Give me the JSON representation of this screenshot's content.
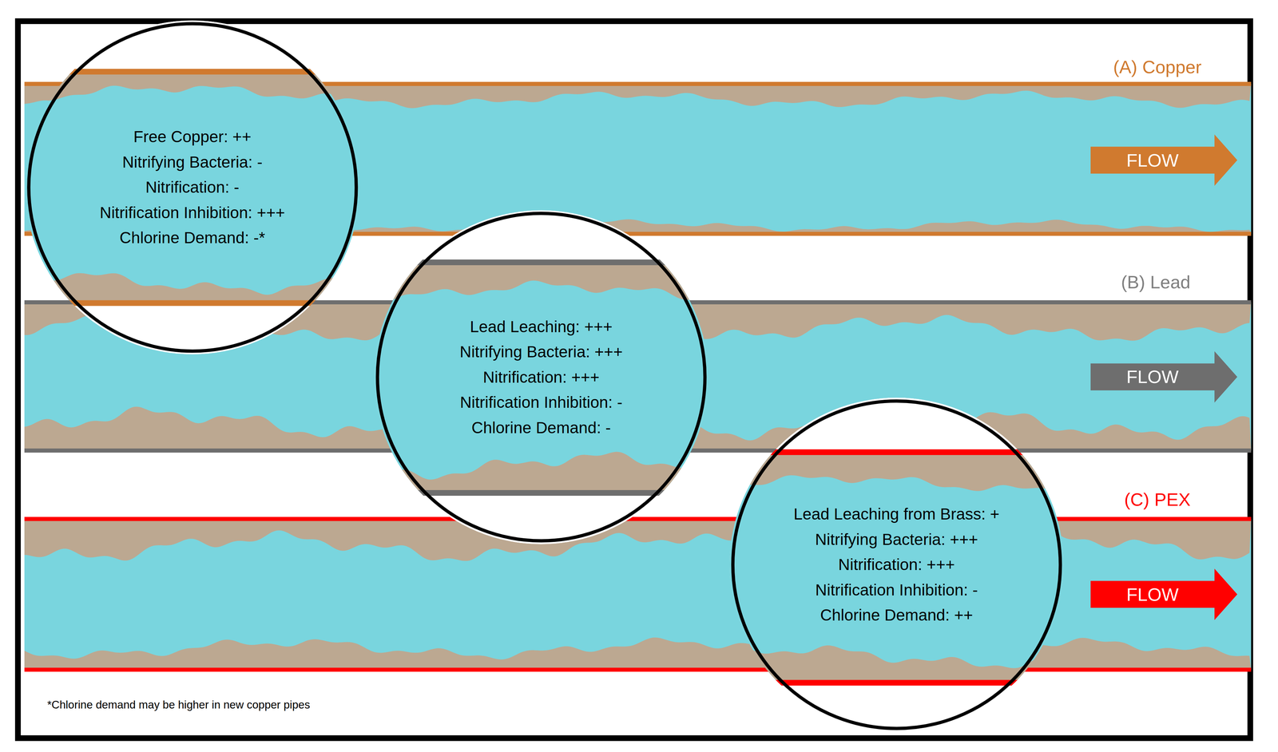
{
  "diagram": {
    "nodes": [
      {
        "text": [
          "Free Copper: ++",
          "Nitrifying Bacteria: -",
          "Nitrification: -",
          "Nitrification Inhibition: +++",
          "Chlorine Demand: -*"
        ]
      },
      {
        "text": [
          "FLOW"
        ]
      },
      {
        "text": [
          "Lead Leaching: +++",
          "Nitrifying Bacteria: +++",
          "Nitrification: +++",
          "Nitrification Inhibition: -",
          "Chlorine Demand: -"
        ]
      },
      {
        "text": [
          "FLOW"
        ]
      },
      {
        "text": [
          "Lead Leaching from Brass: +",
          "Nitrifying Bacteria: +++",
          "Nitrification: +++",
          "Nitrification Inhibition: -",
          "Chlorine Demand: ++"
        ]
      },
      {
        "text": [
          "FLOW"
        ]
      }
    ],
    "labels": [
      "(A) Copper",
      "(B) Lead",
      "(C) PEX",
      "*Chlorine demand may be higher in new copper pipes"
    ]
  }
}
